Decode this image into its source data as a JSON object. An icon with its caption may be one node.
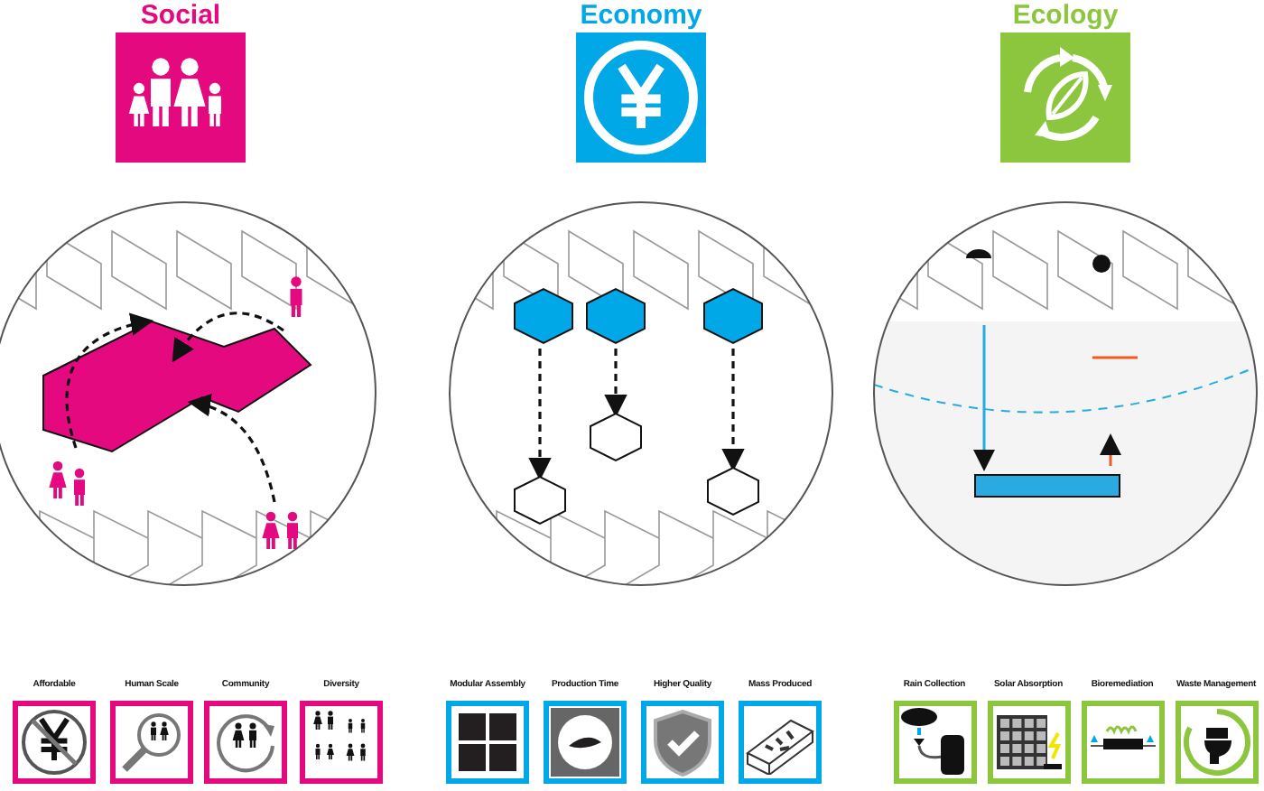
{
  "diagram": {
    "nodes": [
      {
        "text": [
          "Social"
        ]
      },
      {
        "text": [
          "Economy"
        ]
      },
      {
        "text": [
          "Ecology"
        ]
      },
      {
        "text": [
          "Affordable"
        ]
      },
      {
        "text": [
          "Human Scale"
        ]
      },
      {
        "text": [
          "Community"
        ]
      },
      {
        "text": [
          "Diversity"
        ]
      },
      {
        "text": [
          "Modular Assembly"
        ]
      },
      {
        "text": [
          "Production Time"
        ]
      },
      {
        "text": [
          "Higher Quality"
        ]
      },
      {
        "text": [
          "Mass Produced"
        ]
      },
      {
        "text": [
          "Rain Collection"
        ]
      },
      {
        "text": [
          "Solar Absorption"
        ]
      },
      {
        "text": [
          "Bioremediation"
        ]
      },
      {
        "text": [
          "Waste Management"
        ]
      }
    ]
  }
}
